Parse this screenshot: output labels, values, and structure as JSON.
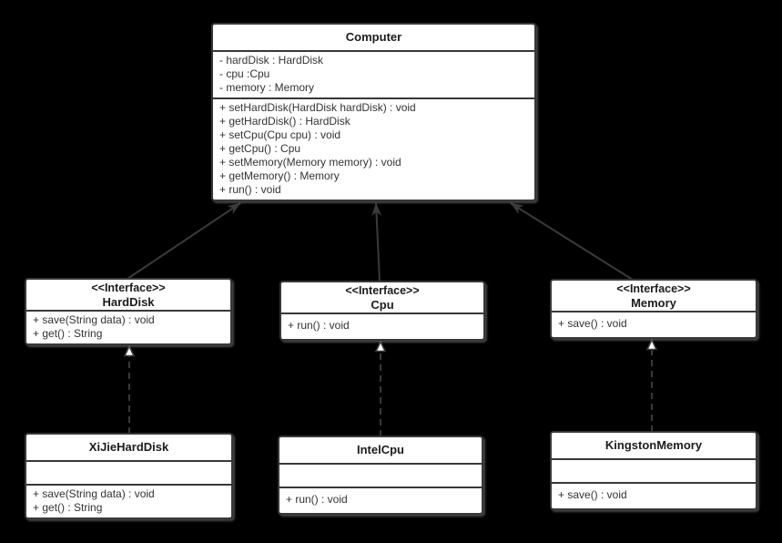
{
  "diagram": {
    "type": "uml-class-diagram",
    "colors": {
      "background": "#000000",
      "box_fill": "#ffffff",
      "box_border": "#383838",
      "connector": "#3a3a3a",
      "text": "#333333"
    }
  },
  "classes": {
    "computer": {
      "name": "Computer",
      "fields": [
        "- hardDisk : HardDisk",
        "- cpu :Cpu",
        "- memory : Memory"
      ],
      "methods": [
        "+ setHardDisk(HardDisk hardDisk) : void",
        "+ getHardDisk() : HardDisk",
        "+ setCpu(Cpu cpu) : void",
        "+ getCpu() : Cpu",
        "+ setMemory(Memory memory) : void",
        "+ getMemory() : Memory",
        "+ run() : void"
      ]
    },
    "hardDisk": {
      "stereotype": "<<Interface>>",
      "name": "HardDisk",
      "methods": [
        "+ save(String data) : void",
        "+ get() : String"
      ]
    },
    "cpu": {
      "stereotype": "<<Interface>>",
      "name": "Cpu",
      "methods": [
        "+ run() : void"
      ]
    },
    "memory": {
      "stereotype": "<<Interface>>",
      "name": "Memory",
      "methods": [
        "+ save() : void"
      ]
    },
    "xiJieHardDisk": {
      "name": "XiJieHardDisk",
      "methods": [
        "+ save(String data) : void",
        "+ get() : String"
      ]
    },
    "intelCpu": {
      "name": "IntelCpu",
      "methods": [
        "+ run() : void"
      ]
    },
    "kingstonMemory": {
      "name": "KingstonMemory",
      "methods": [
        "+ save() : void"
      ]
    }
  },
  "relations": [
    {
      "from": "HardDisk",
      "to": "Computer",
      "type": "solid-arrow"
    },
    {
      "from": "Cpu",
      "to": "Computer",
      "type": "solid-arrow"
    },
    {
      "from": "Memory",
      "to": "Computer",
      "type": "solid-arrow"
    },
    {
      "from": "XiJieHardDisk",
      "to": "HardDisk",
      "type": "dashed-realization-arrow"
    },
    {
      "from": "IntelCpu",
      "to": "Cpu",
      "type": "dashed-realization-arrow"
    },
    {
      "from": "KingstonMemory",
      "to": "Memory",
      "type": "dashed-realization-arrow"
    }
  ]
}
